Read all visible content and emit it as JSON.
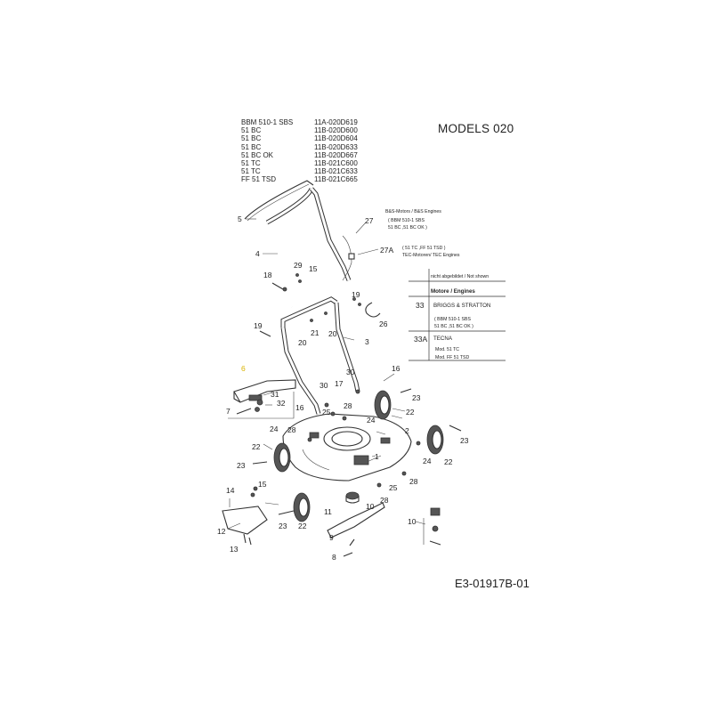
{
  "models_title": "MODELS 020",
  "models": [
    {
      "name": "BBM 510-1 SBS",
      "code": "11A-020D619"
    },
    {
      "name": "51 BC",
      "code": "11B-020D600"
    },
    {
      "name": "51 BC",
      "code": "11B-020D604"
    },
    {
      "name": "51 BC",
      "code": "11B-020D633"
    },
    {
      "name": "51 BC OK",
      "code": "11B-020D667"
    },
    {
      "name": "51 TC",
      "code": "11B-021C600"
    },
    {
      "name": "51 TC",
      "code": "11B-021C633"
    },
    {
      "name": "FF 51 TSD",
      "code": "11B-021C665"
    }
  ],
  "engine_notes": {
    "bs_title": "B&S-Motors / B&S Engines",
    "bs_models": "( BBM 510-1 SBS",
    "bs_models2": "51 BC ,51 BC OK )",
    "tec_models": "( 51 TC ,FF 51 TSD )",
    "tec_title": "TEC-Motoren/ TEC Engines"
  },
  "legend": {
    "not_shown": "nicht abgebildet / Not shown",
    "header": "Motore / Engines",
    "rows": [
      {
        "num": "33",
        "name": "BRIGGS & STRATTON",
        "detail1": "( BBM 510-1 SBS",
        "detail2": "51 BC ,51 BC OK )"
      },
      {
        "num": "33A",
        "name": "TECNA",
        "detail1": "Mod. 51 TC",
        "detail2": "Mod. FF 51 TSD"
      }
    ]
  },
  "part_labels": {
    "p5": "5",
    "p27": "27",
    "p4": "4",
    "p27a": "27A",
    "p29": "29",
    "p15a": "15",
    "p18": "18",
    "p19a": "19",
    "p26": "26",
    "p19b": "19",
    "p21": "21",
    "p20a": "20",
    "p20b": "20",
    "p3": "3",
    "p6": "6",
    "p31": "31",
    "p32": "32",
    "p7": "7",
    "p30a": "30",
    "p16a": "16",
    "p17": "17",
    "p30b": "30",
    "p23a": "23",
    "p16b": "16",
    "p22a": "22",
    "p28a": "28",
    "p24a": "24",
    "p25a": "25",
    "p24b": "24",
    "p28b": "28",
    "p2": "2",
    "p22b": "22",
    "p1": "1",
    "p23b": "23",
    "p23c": "23",
    "p24c": "24",
    "p22c": "22",
    "p28c": "28",
    "p25b": "25",
    "p14": "14",
    "p15b": "15",
    "p28d": "28",
    "p10a": "10",
    "p11": "11",
    "p23d": "23",
    "p22d": "22",
    "p12": "12",
    "p9": "9",
    "p10b": "10",
    "p13": "13",
    "p8": "8"
  },
  "highlight_color": "#d9b300",
  "diagram_code": "E3-01917B-01"
}
